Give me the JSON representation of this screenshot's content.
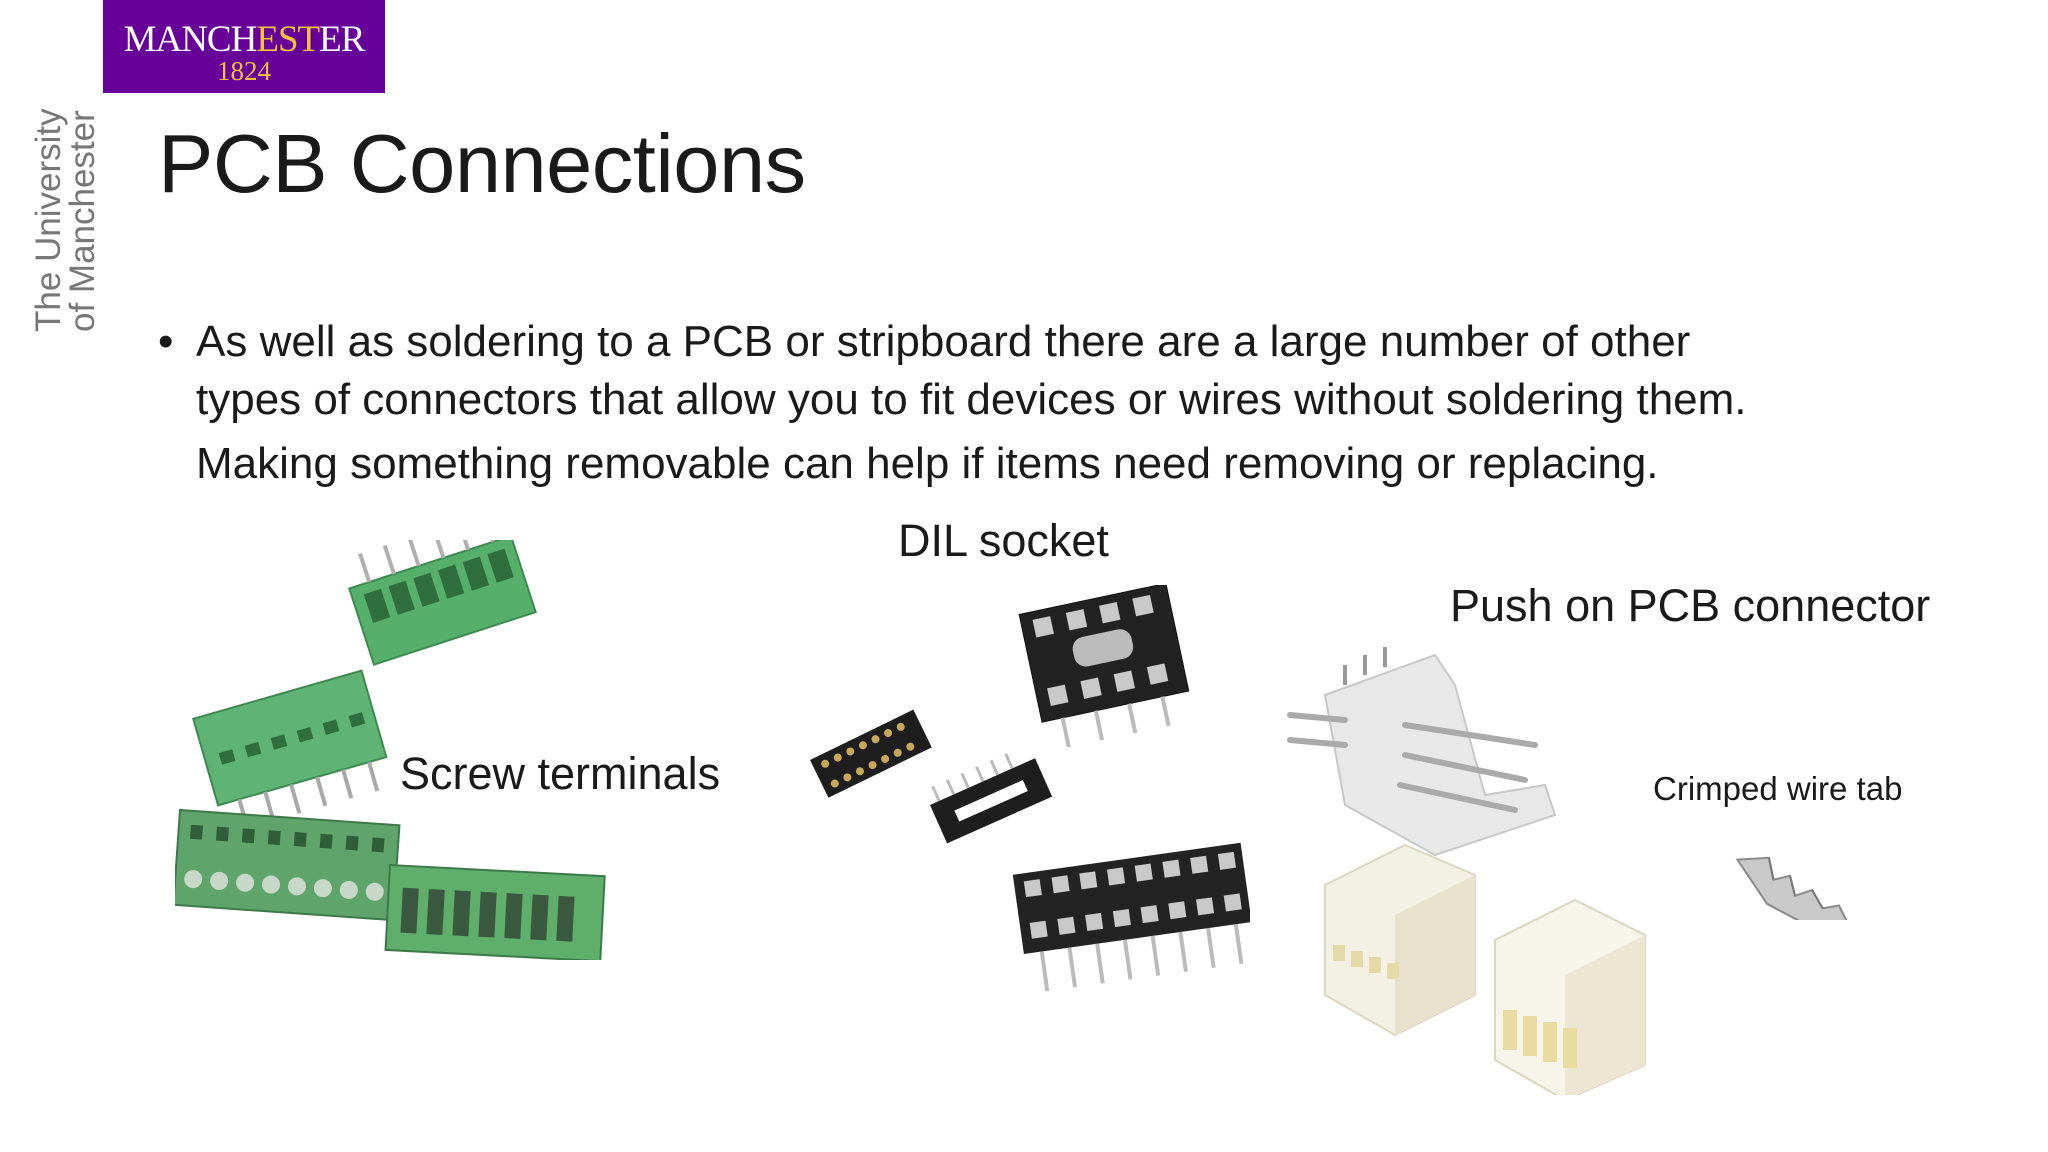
{
  "logo": {
    "text_a": "MANCH",
    "text_b": "EST",
    "text_c": "ER",
    "year": "1824"
  },
  "side_text": {
    "line1": "The University",
    "line2": "of Manchester"
  },
  "title": "PCB Connections",
  "bullet": {
    "dot": "•",
    "lines": [
      "As well as soldering to a PCB or stripboard there are a large number of other",
      "types of connectors that allow you to fit devices or wires without soldering them.",
      "Making something removable can help if items need removing or replacing."
    ]
  },
  "labels": {
    "dil": "DIL socket",
    "push": "Push on PCB connector",
    "screw": "Screw terminals",
    "crimp": "Crimped wire tab"
  },
  "colors": {
    "brand_purple": "#660099",
    "brand_gold": "#f4c13c",
    "terminal_green": "#5fb374",
    "socket_black": "#222222",
    "connector_cream": "#f3f0e4"
  }
}
